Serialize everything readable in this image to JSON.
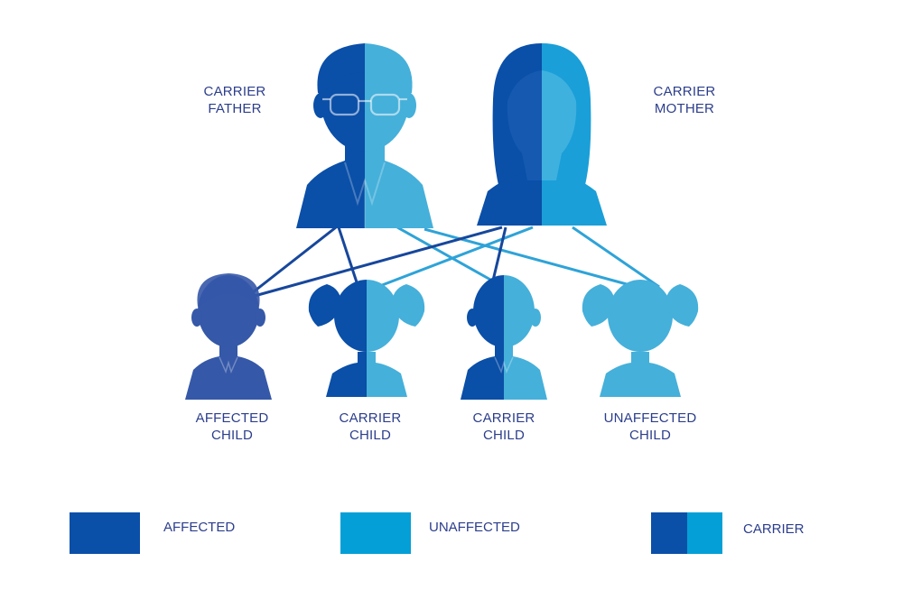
{
  "colors": {
    "affected": "#0a4fa8",
    "unaffected": "#45b0da",
    "legend_unaffected": "#049fd6",
    "mother_light": "#1a9fd8",
    "affected_child": "#3558a8",
    "line_dark": "#17479c",
    "line_light": "#2ea3d8",
    "text": "#2c3e8c"
  },
  "people": {
    "father": {
      "line1": "CARRIER",
      "line2": "FATHER",
      "status": "carrier"
    },
    "mother": {
      "line1": "CARRIER",
      "line2": "MOTHER",
      "status": "carrier"
    },
    "children": [
      {
        "line1": "AFFECTED",
        "line2": "CHILD",
        "status": "affected",
        "figure": "boy"
      },
      {
        "line1": "CARRIER",
        "line2": "CHILD",
        "status": "carrier",
        "figure": "girl"
      },
      {
        "line1": "CARRIER",
        "line2": "CHILD",
        "status": "carrier",
        "figure": "boy"
      },
      {
        "line1": "UNAFFECTED",
        "line2": "CHILD",
        "status": "unaffected",
        "figure": "girl"
      }
    ]
  },
  "legend": {
    "affected": "AFFECTED",
    "unaffected": "UNAFFECTED",
    "carrier": "CARRIER"
  }
}
